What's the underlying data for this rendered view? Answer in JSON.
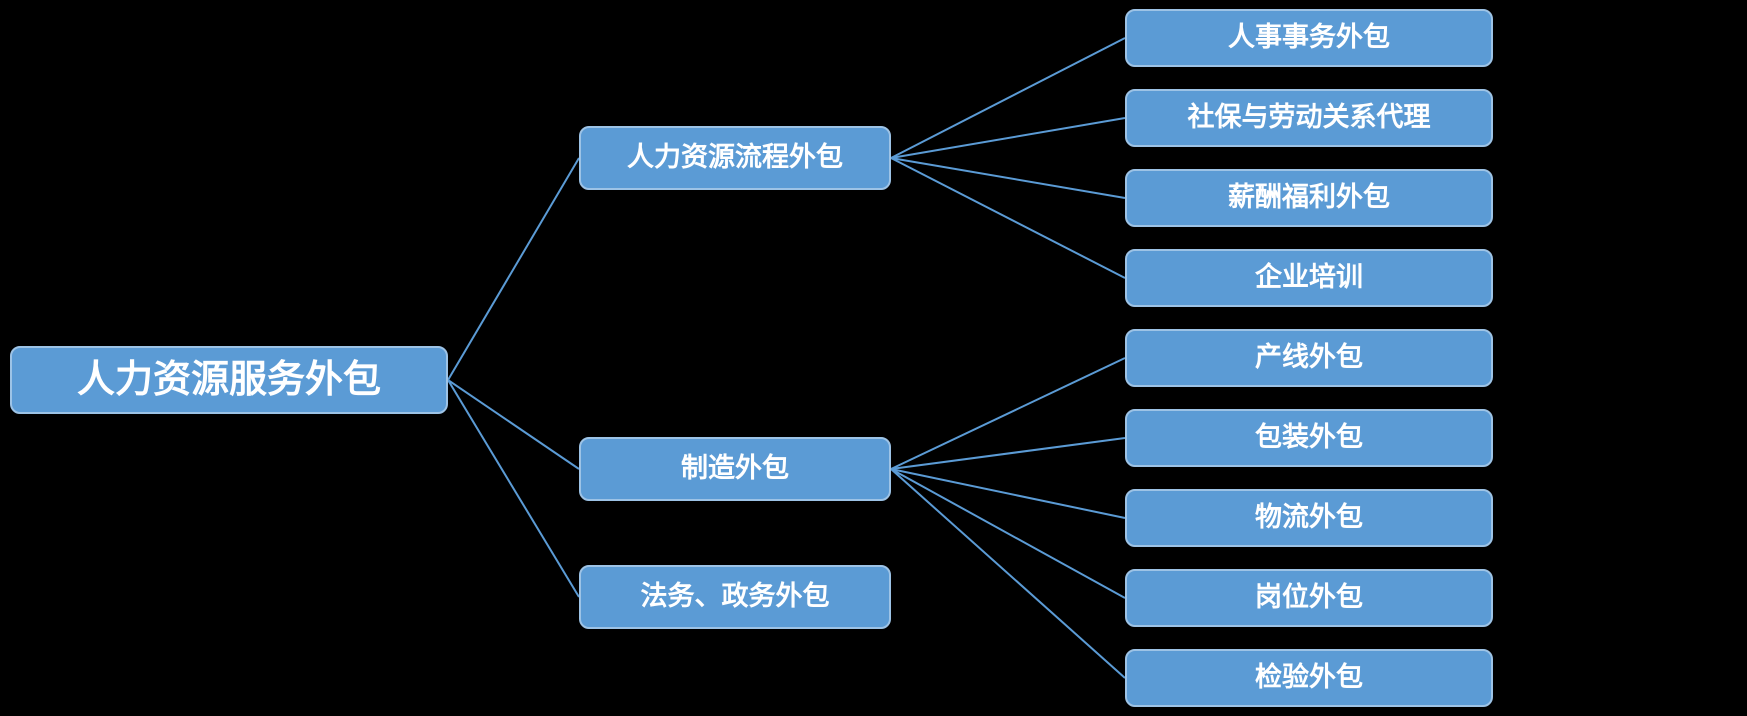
{
  "diagram": {
    "root": {
      "label": "人力资源服务外包"
    },
    "branches": [
      {
        "label": "人力资源流程外包",
        "children": [
          "人事事务外包",
          "社保与劳动关系代理",
          "薪酬福利外包",
          "企业培训"
        ]
      },
      {
        "label": "制造外包",
        "children": [
          "产线外包",
          "包装外包",
          "物流外包",
          "岗位外包",
          "检验外包"
        ]
      },
      {
        "label": "法务、政务外包",
        "children": []
      }
    ],
    "colors": {
      "node_fill": "#5B9BD5",
      "node_border": "#9DC3E6",
      "connector": "#5B9BD5",
      "text": "#FFFFFF",
      "background": "#000000"
    }
  }
}
